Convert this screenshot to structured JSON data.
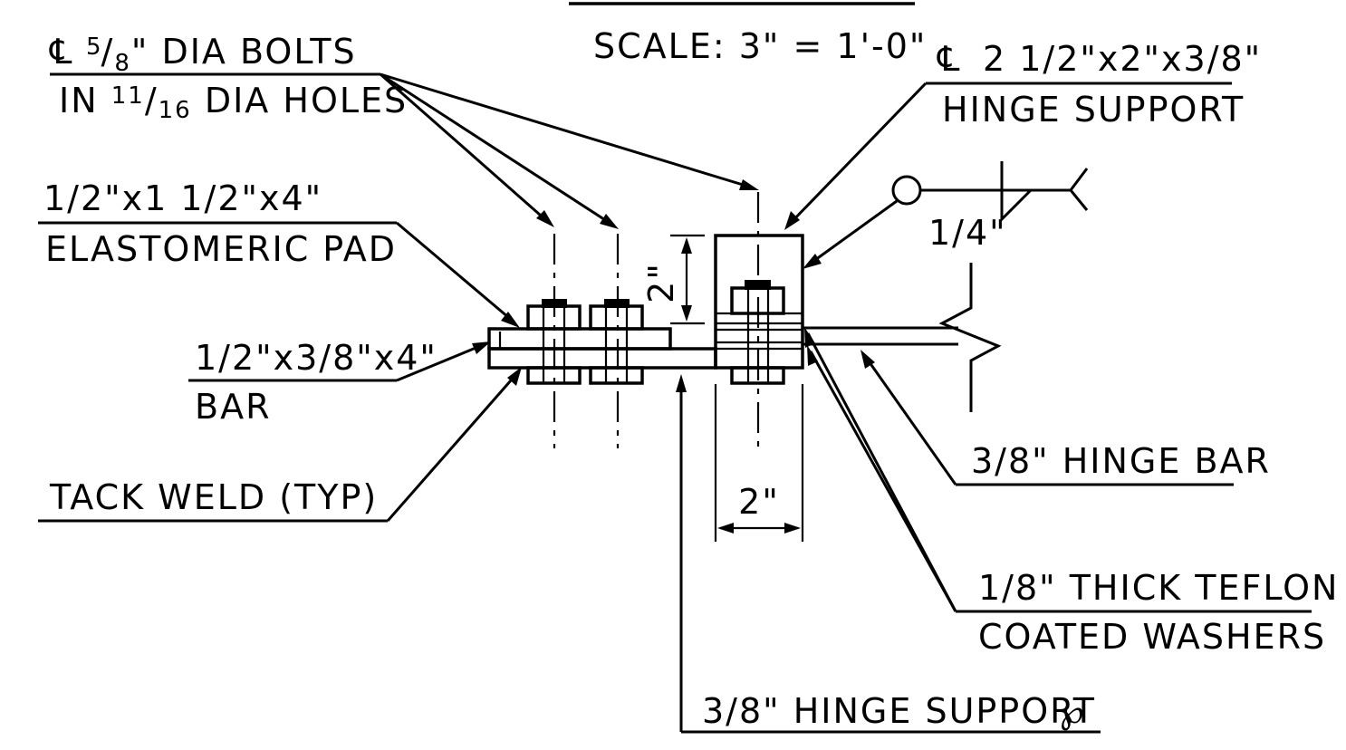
{
  "scale": {
    "label": "SCALE",
    "value": "3\" = 1'-0\""
  },
  "symbols": {
    "centerline": "℄",
    "plate": "℘"
  },
  "callouts": {
    "bolts": {
      "line1": "5/8\" DIA BOLTS",
      "line1_main": "DIA BOLTS",
      "line1_frac_num": "5",
      "line1_frac_den": "8",
      "line2": "IN 11/16 DIA HOLES",
      "line2_a": "IN",
      "line2_frac_num": "11",
      "line2_frac_den": "16",
      "line2_b": "DIA HOLES"
    },
    "hinge_support": {
      "line1": "2 1/2\"x2\"x3/8\"",
      "line2": "HINGE SUPPORT"
    },
    "pad": {
      "line1": "1/2\"x1 1/2\"x4\"",
      "line2": "ELASTOMERIC PAD"
    },
    "bar": {
      "line1": "1/2\"x3/8\"x4\"",
      "line2": "BAR"
    },
    "tack_weld": {
      "line1": "TACK WELD (TYP)"
    },
    "hinge_bar": {
      "line1": "3/8\" HINGE BAR"
    },
    "teflon": {
      "line1": "1/8\" THICK TEFLON",
      "line2": "COATED WASHERS"
    },
    "hinge_plate": {
      "line1": "3/8\" HINGE SUPPORT",
      "line1_text": "HINGE SUPPORT"
    }
  },
  "dimensions": {
    "vertical": "2\"",
    "horizontal": "2\""
  },
  "weld": {
    "size": "1/4\""
  }
}
